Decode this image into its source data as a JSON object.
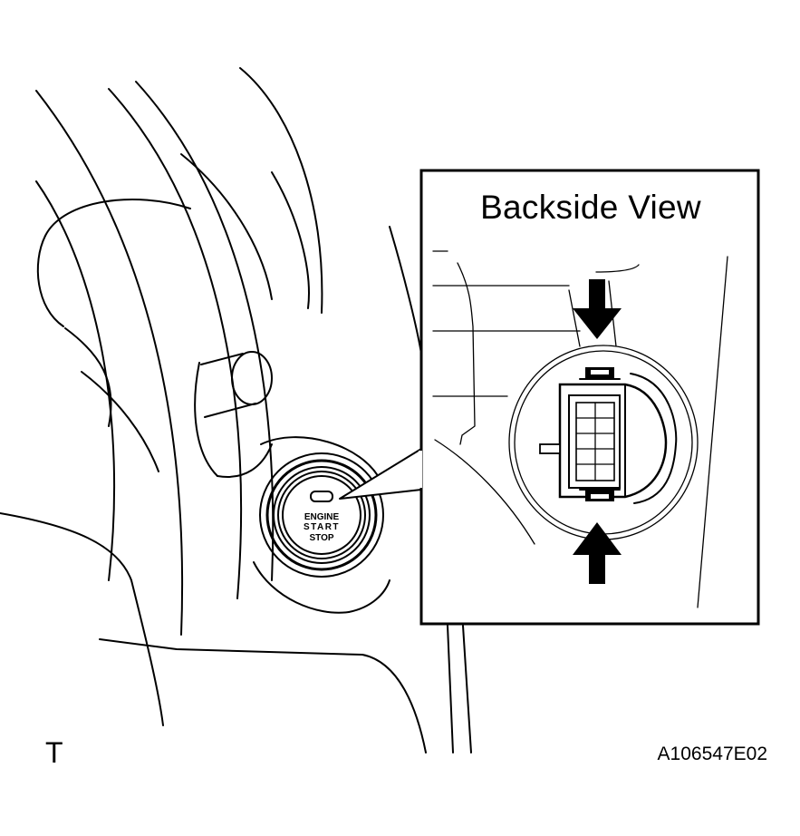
{
  "diagram": {
    "inset_title": "Backside View",
    "button_label_lines": [
      "ENGINE",
      "START",
      "STOP"
    ],
    "corner_mark": "T",
    "figure_code": "A106547E02"
  },
  "colors": {
    "line": "#000000",
    "background": "#ffffff"
  },
  "icons": [
    "arrow-down-icon",
    "arrow-up-icon",
    "connector-icon"
  ]
}
